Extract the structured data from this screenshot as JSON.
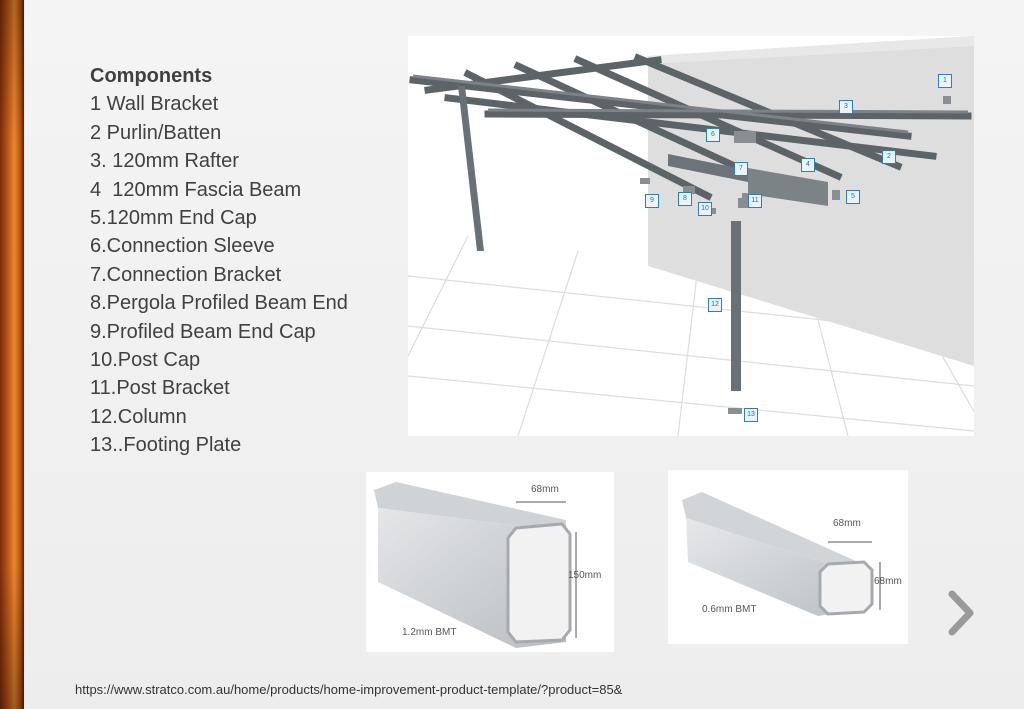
{
  "components": {
    "title": "Components",
    "items": [
      "1 Wall Bracket",
      "2 Purlin/Batten",
      "3. 120mm Rafter",
      "4  120mm Fascia Beam",
      "5.120mm End Cap",
      "6.Connection Sleeve",
      "7.Connection Bracket",
      "8.Pergola Profiled Beam End",
      "9.Profiled Beam End Cap",
      "10.Post Cap",
      "11.Post Bracket",
      "12.Column",
      "13..Footing Plate"
    ]
  },
  "diagram": {
    "callouts": [
      "1",
      "2",
      "3",
      "4",
      "5",
      "6",
      "7",
      "8",
      "9",
      "10",
      "11",
      "12",
      "13"
    ]
  },
  "profiles": {
    "beam_large": {
      "width_label": "68mm",
      "height_label": "150mm",
      "thickness_label": "1.2mm BMT"
    },
    "beam_small": {
      "width_label": "68mm",
      "height_label": "68mm",
      "thickness_label": "0.6mm BMT"
    }
  },
  "footer": {
    "source_url": "https://www.stratco.com.au/home/products/home-improvement-product-template/?product=85&"
  },
  "colors": {
    "side_bar": "#c4581a",
    "text": "#404040",
    "callout": "#2d7fb8",
    "steel": "#8a9095"
  },
  "icons": [
    "next-slide-chevron-icon"
  ]
}
